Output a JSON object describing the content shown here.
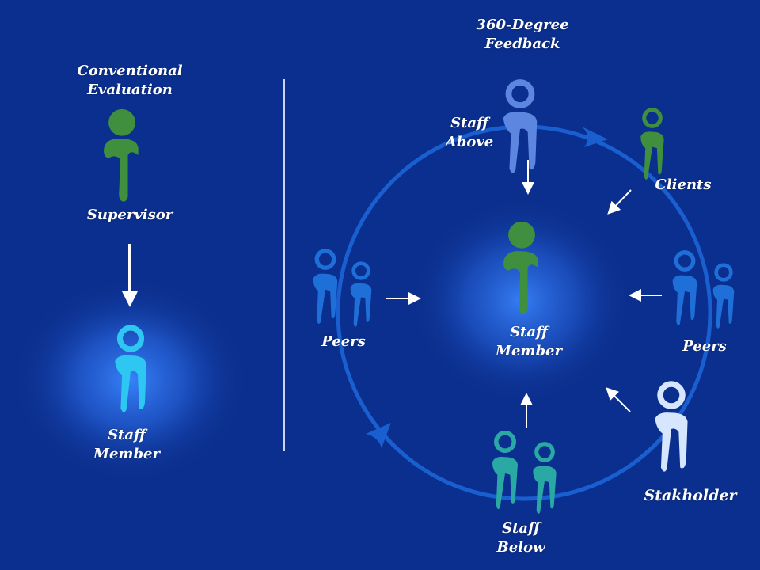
{
  "conventional": {
    "title": [
      "Conventional",
      "Evaluation"
    ],
    "supervisor_label": "Supervisor",
    "staff_label": [
      "Staff",
      "Member"
    ]
  },
  "feedback360": {
    "title": [
      "360-Degree",
      "Feedback"
    ],
    "center_label": [
      "Staff",
      "Member"
    ],
    "staff_above_label": [
      "Staff",
      "Above"
    ],
    "clients_label": "Clients",
    "peers_left_label": "Peers",
    "peers_right_label": "Peers",
    "stakholder_label": "Stakholder",
    "staff_below_label": [
      "Staff",
      "Below"
    ]
  },
  "colors": {
    "background": "#0b2f8e",
    "ring": "#1a5fd0",
    "green": "#3f8f3f",
    "cyan": "#2ec7f2",
    "periwinkle": "#5d86e0",
    "teal": "#2aa9a4",
    "pale": "#d6e6ff",
    "arrow": "#ffffff"
  }
}
